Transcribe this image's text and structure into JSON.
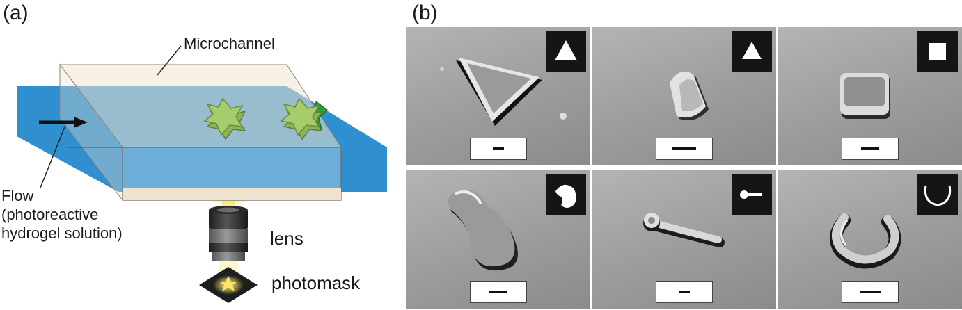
{
  "panel_a": {
    "label": "(a)",
    "microchannel_label": "Microchannel",
    "flow_label_lines": [
      "Flow",
      "(photoreactive",
      "hydrogel solution)"
    ],
    "lens_label": "lens",
    "photomask_label": "photomask",
    "colors": {
      "flow_blue": "#2f8fcf",
      "channel_cream": "#efe3cf",
      "particle_green": "#a6cc6b",
      "light_yellow": "#f7e66a"
    }
  },
  "panel_b": {
    "label": "(b)",
    "images": [
      {
        "inset_shape": "triangle-icon",
        "particle": "triangle-prism"
      },
      {
        "inset_shape": "triangle-icon",
        "particle": "rounded-wedge"
      },
      {
        "inset_shape": "square-icon",
        "particle": "square-block"
      },
      {
        "inset_shape": "comma-icon",
        "particle": "comma-disk"
      },
      {
        "inset_shape": "lollipop-icon",
        "particle": "lollipop-rod"
      },
      {
        "inset_shape": "c-ring-icon",
        "particle": "c-ring"
      }
    ]
  }
}
